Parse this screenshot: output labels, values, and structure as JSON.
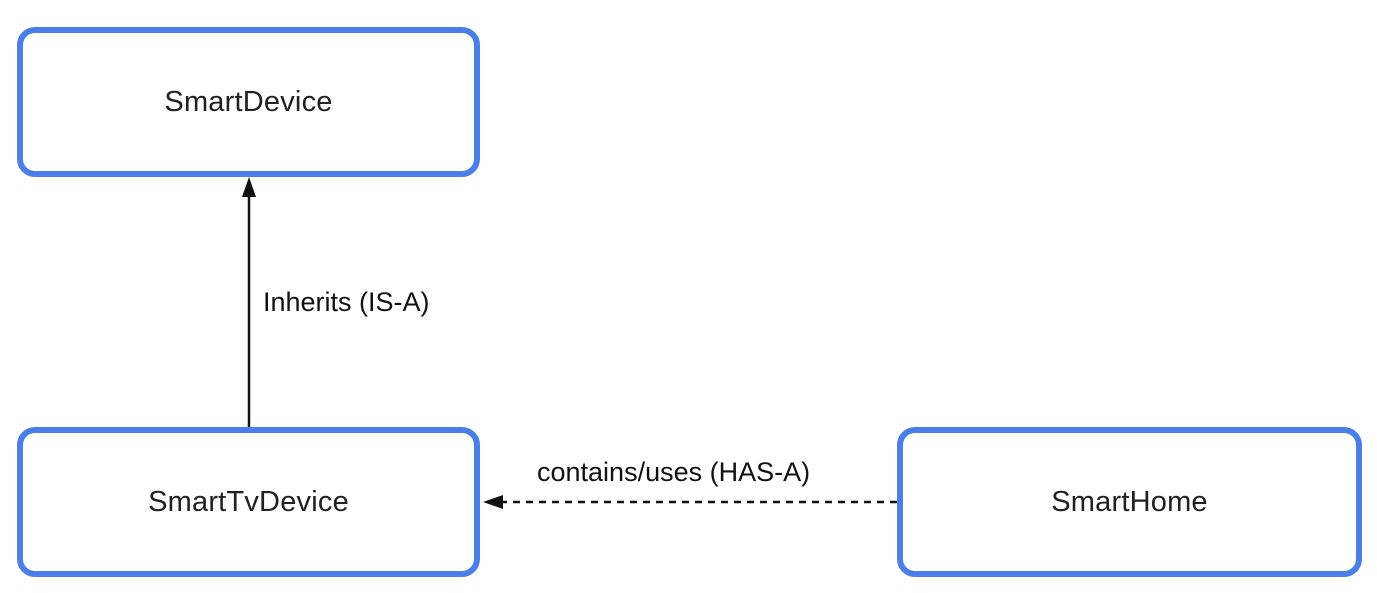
{
  "diagram": {
    "nodes": [
      {
        "id": "smart-device",
        "label": "SmartDevice"
      },
      {
        "id": "smart-tv-device",
        "label": "SmartTvDevice"
      },
      {
        "id": "smart-home",
        "label": "SmartHome"
      }
    ],
    "edges": [
      {
        "from": "SmartTvDevice",
        "to": "SmartDevice",
        "label": "Inherits (IS-A)",
        "line_style": "solid",
        "arrowhead": "filled-triangle",
        "direction": "up"
      },
      {
        "from": "SmartHome",
        "to": "SmartTvDevice",
        "label": "contains/uses (HAS-A)",
        "line_style": "dashed",
        "arrowhead": "filled-triangle",
        "direction": "left"
      }
    ],
    "colors": {
      "node_border": "#4a7fe8",
      "node_fill": "#ffffff",
      "node_text": "#202124",
      "edge_stroke": "#111111",
      "background": "#ffffff"
    }
  }
}
